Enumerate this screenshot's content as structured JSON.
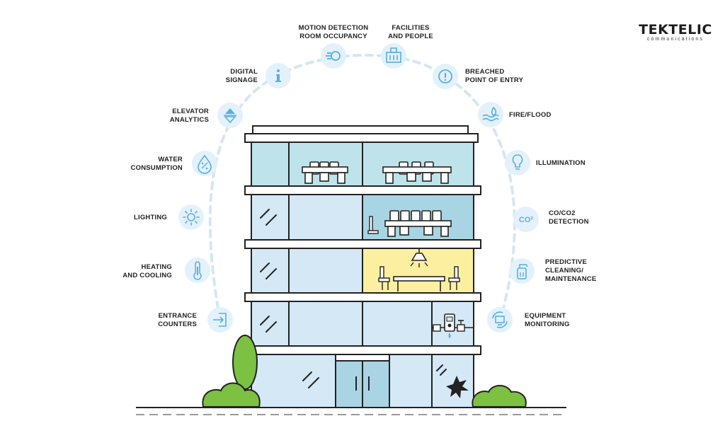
{
  "brand": {
    "name": "TEKTELIC",
    "tagline": "communications"
  },
  "colors": {
    "accent_blue": "#5aaee0",
    "icon_circle": "#e3f1fb",
    "glass_light": "#d4e8f5",
    "glass_teal": "#bfe3ea",
    "glass_mid": "#a8d4e3",
    "lit_room": "#fcf0a0",
    "tree_green": "#7cc142",
    "outline": "#222222"
  },
  "sensors": [
    {
      "id": "motion",
      "label": "MOTION DETECTION\nROOM OCCUPANCY",
      "icon": "motion-sensor-icon"
    },
    {
      "id": "facilities",
      "label": "FACILITIES\nAND PEOPLE",
      "icon": "facilities-people-icon"
    },
    {
      "id": "breach",
      "label": "BREACHED\nPOINT OF ENTRY",
      "icon": "alert-icon"
    },
    {
      "id": "fire",
      "label": "FIRE/FLOOD",
      "icon": "fire-flood-icon"
    },
    {
      "id": "illumination",
      "label": "ILLUMINATION",
      "icon": "light-bulb-icon"
    },
    {
      "id": "co2",
      "label": "CO/CO2\nDETECTION",
      "icon": "co2-icon",
      "icon_text": "CO²"
    },
    {
      "id": "cleaning",
      "label": "PREDICTIVE\nCLEANING/\nMAINTENANCE",
      "icon": "cleaning-bottle-icon"
    },
    {
      "id": "equipment",
      "label": "EQUIPMENT\nMONITORING",
      "icon": "equipment-monitor-icon"
    },
    {
      "id": "signage",
      "label": "DIGITAL\nSIGNAGE",
      "icon": "info-icon"
    },
    {
      "id": "elevator",
      "label": "ELEVATOR\nANALYTICS",
      "icon": "elevator-arrows-icon"
    },
    {
      "id": "water",
      "label": "WATER\nCONSUMPTION",
      "icon": "water-drop-icon"
    },
    {
      "id": "lighting",
      "label": "LIGHTING",
      "icon": "sun-icon"
    },
    {
      "id": "hvac",
      "label": "HEATING\nAND COOLING",
      "icon": "thermometer-icon"
    },
    {
      "id": "entrance",
      "label": "ENTRANCE\nCOUNTERS",
      "icon": "entrance-icon"
    }
  ]
}
